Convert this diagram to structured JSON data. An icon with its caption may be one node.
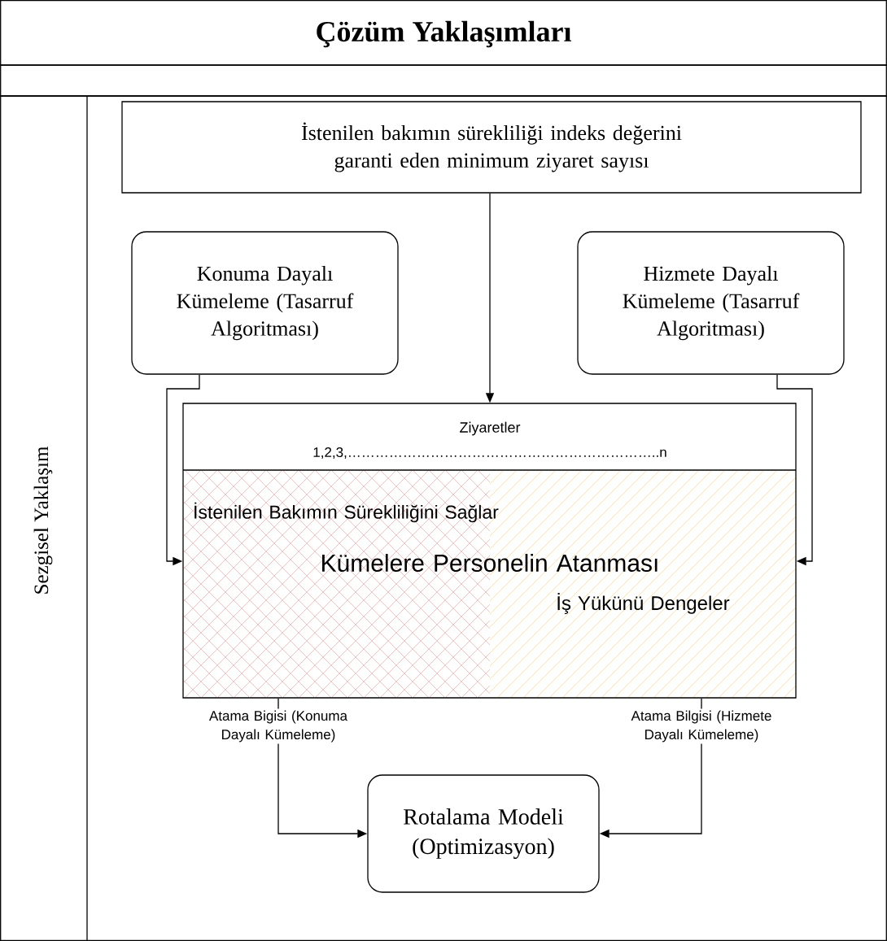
{
  "diagram": {
    "title": "Çözüm Yaklaşımları",
    "nodes": [
      {
        "text": [
          "Sezgisel Yaklaşım"
        ]
      },
      {
        "text": [
          "İstenilen bakımın sürekliliği indeks değerini garanti eden minimum ziyaret sayısı"
        ],
        "in": 0
      },
      {
        "text": [
          "Konuma Dayalı Kümeleme (Tasarruf Algoritması)"
        ],
        "in": 0
      },
      {
        "text": [
          "Hizmete Dayalı Kümeleme (Tasarruf Algoritması)"
        ],
        "in": 0
      },
      {
        "text": [
          "Ziyaretler",
          "1,2,3,…………………………………………………………..n",
          "İstenilen Bakımın Sürekliliğini Sağlar",
          "Kümelere Personelin Atanması",
          "İş Yükünü Dengeler"
        ],
        "in": 0
      },
      {
        "text": [
          "Rotalama Modeli (Optimizasyon)"
        ],
        "in": 0
      }
    ],
    "edges": [
      {
        "from": 1,
        "to": 4,
        "arrow": "to"
      },
      {
        "from": 2,
        "to": 4,
        "arrow": "to"
      },
      {
        "from": 3,
        "to": 4,
        "arrow": "to"
      },
      {
        "from": 4,
        "to": 5,
        "arrow": "to",
        "label": "Atama Bigisi (Konuma Dayalı Kümeleme)"
      },
      {
        "from": 4,
        "to": 5,
        "arrow": "to",
        "label": "Atama Bilgisi (Hizmete Dayalı Kümeleme)"
      }
    ]
  }
}
